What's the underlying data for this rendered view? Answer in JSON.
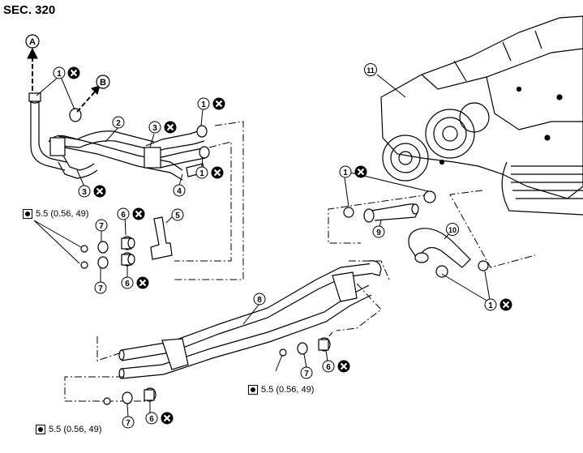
{
  "header": {
    "section": "SEC. 320"
  },
  "torque": [
    {
      "value": "5.5 (0.56, 49)"
    },
    {
      "value": "5.5 (0.56, 49)"
    },
    {
      "value": "5.5 (0.56, 49)"
    }
  ],
  "callouts": {
    "A": "A",
    "B": "B",
    "c1": "1",
    "c2": "2",
    "c3": "3",
    "c4": "4",
    "c5": "5",
    "c6": "6",
    "c7": "7",
    "c8": "8",
    "c9": "9",
    "c10": "10",
    "c11": "11"
  },
  "icons": {
    "do_not_reuse": "circle-x-icon",
    "torque": "torque-wrench-icon"
  }
}
